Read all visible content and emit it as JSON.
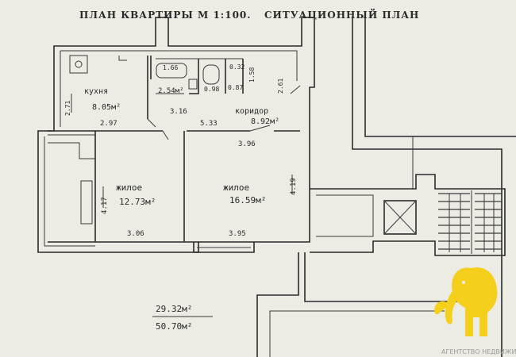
{
  "header": {
    "title_left": "ПЛАН КВАРТИРЫ М 1:100.",
    "title_right": "СИТУАЦИОННЫЙ ПЛАН"
  },
  "rooms": {
    "kitchen": {
      "name": "кухня",
      "area": "8.05м²"
    },
    "corridor": {
      "name": "коридор",
      "area": "8.92м²"
    },
    "living1": {
      "name": "жилое",
      "area": "12.73м²"
    },
    "living2": {
      "name": "жилое",
      "area": "16.59м²"
    },
    "bath": {
      "area": "2.54м²"
    }
  },
  "dimensions": {
    "d1": "1.66",
    "d2": "0.98",
    "d3": "0.32",
    "d4": "0.87",
    "d5": "1.58",
    "d6": "2.61",
    "d7": "2.71",
    "d8": "3.16",
    "d9": "2.97",
    "d10": "5.33",
    "d11": "3.96",
    "d12": "4.19",
    "d13": "4.17",
    "d14": "3.06",
    "d15": "3.95"
  },
  "totals": {
    "living_area": "29.32м²",
    "total_area": "50.70м²"
  },
  "watermark": {
    "text": "АГЕНТСТВО НЕДВИЖИМОСТИ",
    "logo": "elephant-logo",
    "color": "#f4cf1c"
  }
}
